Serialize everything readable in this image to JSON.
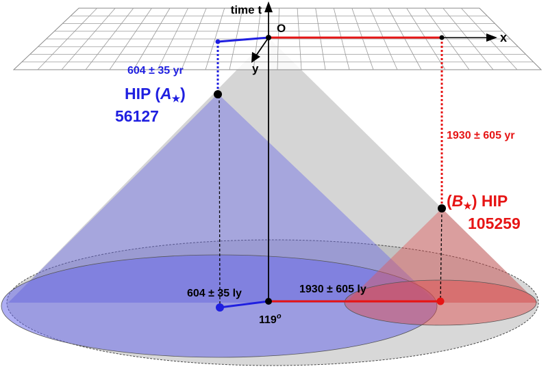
{
  "axes": {
    "time_label": "time t",
    "origin_label": "O",
    "x_label": "x",
    "y_label": "y"
  },
  "star_a": {
    "time_label": "604 ± 35 yr",
    "name_line1_prefix": "HIP (",
    "name_symbol": "A",
    "name_star": "★",
    "name_line1_suffix": ")",
    "name_line2": "56127",
    "distance_label": "604 ± 35 ly",
    "color": "#1f1fe0"
  },
  "star_b": {
    "time_label": "1930 ± 605 yr",
    "name_line1_prefix": "(",
    "name_symbol": "B",
    "name_star": "★",
    "name_line1_suffix": ") HIP",
    "name_line2": "105259",
    "distance_label": "1930 ± 605 ly",
    "color": "#e61414"
  },
  "angle": {
    "value": "119",
    "unit": "o"
  }
}
